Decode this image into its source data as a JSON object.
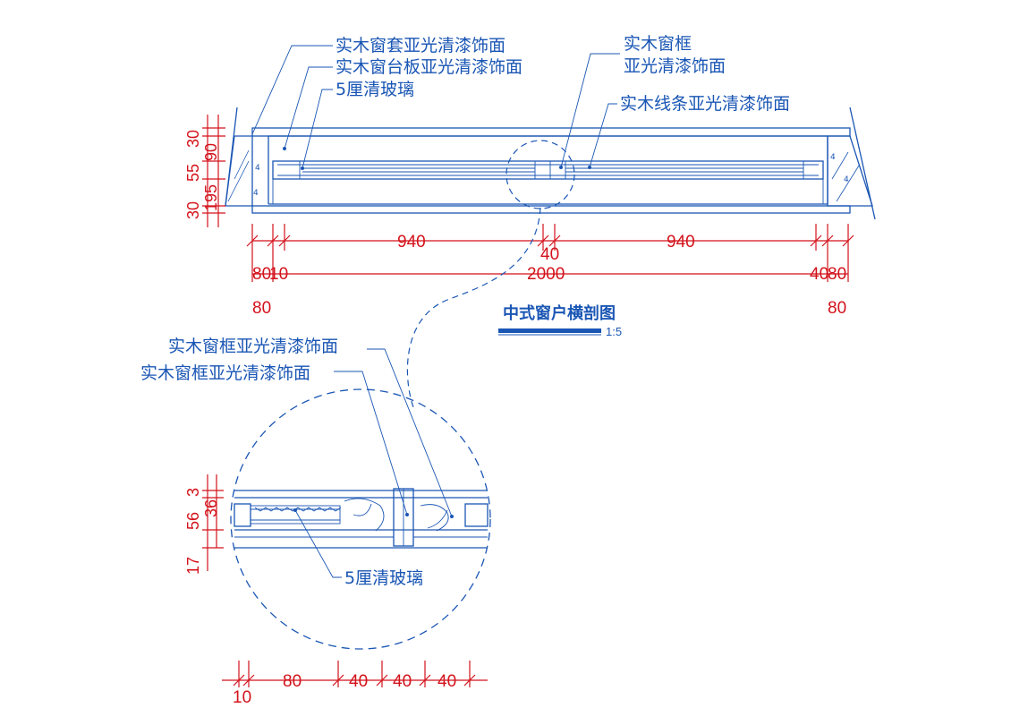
{
  "labels": {
    "casing": "实木窗套亚光清漆饰面",
    "sill": "实木窗台板亚光清漆饰面",
    "glass_top": "5厘清玻璃",
    "frame_line1": "实木窗框",
    "frame_line2": "亚光清漆饰面",
    "strip": "实木线条亚光清漆饰面",
    "detail_frame_1": "实木窗框亚光清漆饰面",
    "detail_frame_2": "实木窗框亚光清漆饰面",
    "detail_glass": "5厘清玻璃"
  },
  "title": {
    "text": "中式窗户横剖图",
    "scale": "1:5"
  },
  "dims_horizontal": {
    "d940_left": "940",
    "d40_mid": "40",
    "d940_right": "940",
    "d80_left": "80",
    "d10_left": "10",
    "d2000": "2000",
    "d40_right": "40",
    "d80_right": "80",
    "d80_left_below": "80",
    "d80_right_below": "80"
  },
  "dims_vertical": {
    "v30_top": "30",
    "v55": "55",
    "v30_bot": "30",
    "v90": "90",
    "v195": "195"
  },
  "detail_dims_vertical": {
    "v3": "3",
    "v56": "56",
    "v36": "36",
    "v17": "17"
  },
  "detail_dims_horizontal": {
    "h10": "10",
    "h80": "80",
    "h40a": "40",
    "h40b": "40",
    "h40c": "40"
  },
  "colors": {
    "drawing_line": "#1a56b4",
    "dimension": "#d3121b",
    "background": "#ffffff"
  }
}
